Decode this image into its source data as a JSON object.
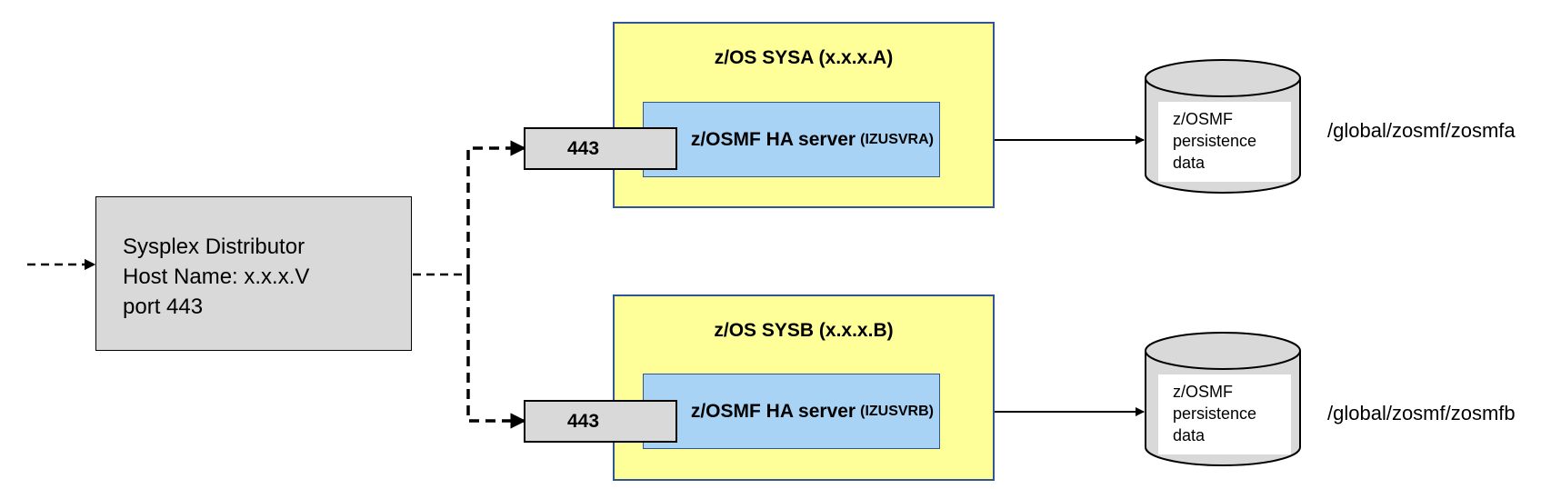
{
  "distributor": {
    "line1": "Sysplex Distributor",
    "line2": "Host Name: x.x.x.V",
    "line3": "port 443"
  },
  "systems": [
    {
      "title": "z/OS SYSA (x.x.x.A)",
      "port": "443",
      "server": "z/OSMF HA server",
      "jobname": "(IZUSVRA)",
      "db": [
        "z/OSMF",
        "persistence",
        "data"
      ],
      "path": "/global/zosmf/zosmfa"
    },
    {
      "title": "z/OS SYSB (x.x.x.B)",
      "port": "443",
      "server": "z/OSMF HA server",
      "jobname": "(IZUSVRB)",
      "db": [
        "z/OSMF",
        "persistence",
        "data"
      ],
      "path": "/global/zosmf/zosmfb"
    }
  ],
  "colors": {
    "system_fill": "#ffff99",
    "system_border": "#2f5597",
    "server_fill": "#a9d3f5",
    "port_fill": "#d9d9d9",
    "distributor_fill": "#d9d9d9"
  }
}
